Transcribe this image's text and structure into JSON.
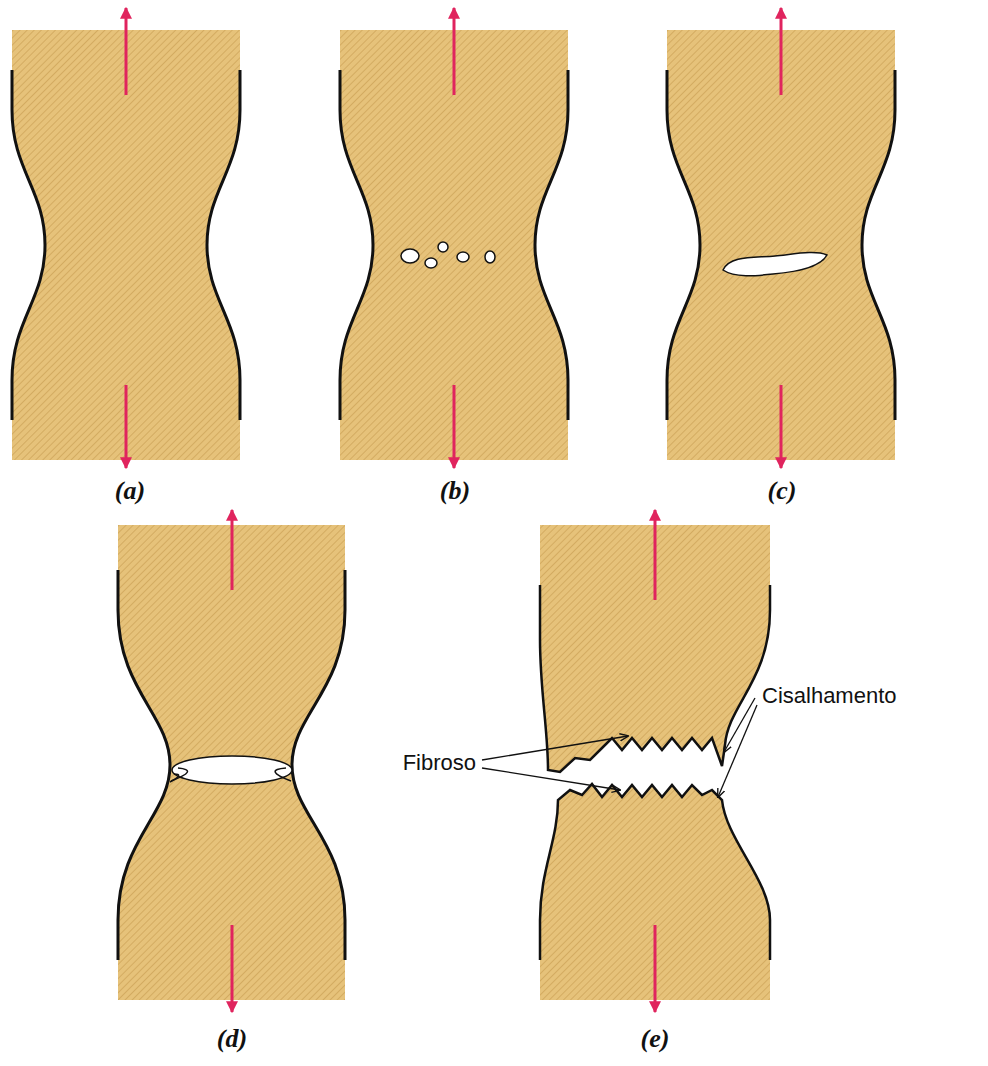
{
  "diagram": {
    "labels": [
      "(a)",
      "(b)",
      "(c)",
      "(d)",
      "(e)",
      "Fibroso",
      "Cisalhamento"
    ]
  }
}
